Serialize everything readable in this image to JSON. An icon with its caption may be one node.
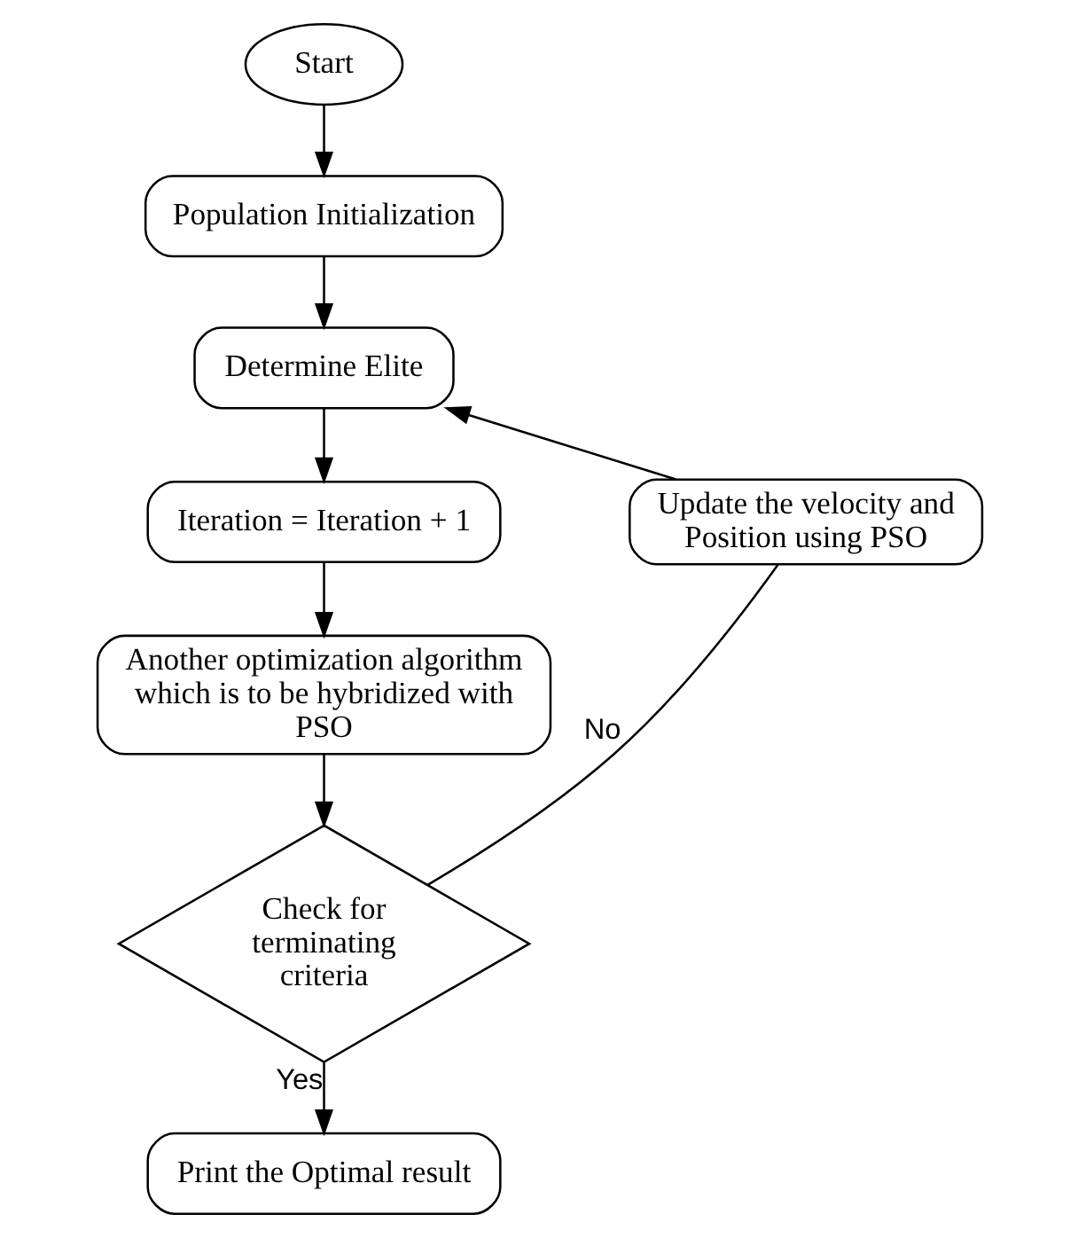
{
  "diagram": {
    "nodes": [
      {
        "text": [
          "Start"
        ]
      },
      {
        "text": [
          "Population Initialization"
        ]
      },
      {
        "text": [
          "Determine Elite"
        ]
      },
      {
        "text": [
          "Iteration = Iteration + 1"
        ]
      },
      {
        "text": [
          "Another optimization algorithm which is to be hybridized with PSO"
        ]
      },
      {
        "text": [
          "Check for terminating criteria"
        ]
      },
      {
        "text": [
          "Update the velocity and Position using PSO"
        ]
      },
      {
        "text": [
          "Print the Optimal result"
        ]
      }
    ],
    "edges": [
      {
        "from": 0,
        "to": 1,
        "arrow": "to"
      },
      {
        "from": 1,
        "to": 2,
        "arrow": "to"
      },
      {
        "from": 2,
        "to": 3,
        "arrow": "to"
      },
      {
        "from": 3,
        "to": 4,
        "arrow": "to"
      },
      {
        "from": 4,
        "to": 5,
        "arrow": "to"
      },
      {
        "from": 5,
        "to": 6,
        "arrow": "none",
        "label": "No"
      },
      {
        "from": 6,
        "to": 2,
        "arrow": "to"
      },
      {
        "from": 5,
        "to": 7,
        "arrow": "to",
        "label": "Yes"
      }
    ]
  }
}
